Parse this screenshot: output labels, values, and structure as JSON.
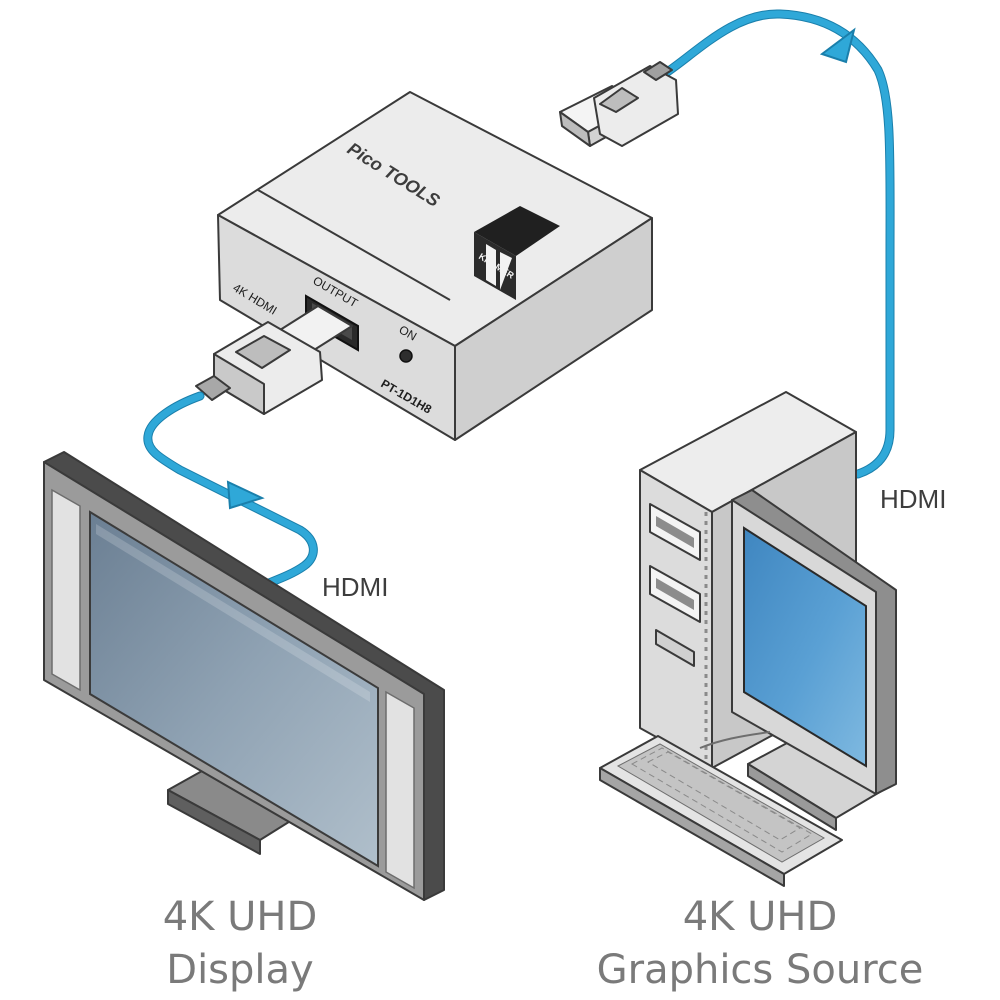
{
  "device": {
    "brand_text": "Pico TOOLS",
    "logo_text": "KRAMER",
    "output_label": "OUTPUT",
    "on_label": "ON",
    "side_label": "4K HDMI",
    "model_label": "PT-1D1H8"
  },
  "connections": {
    "display_cable_label": "HDMI",
    "source_cable_label": "HDMI"
  },
  "display": {
    "caption_line1": "4K UHD",
    "caption_line2": "Display"
  },
  "source": {
    "caption_line1": "4K UHD",
    "caption_line2": "Graphics Source"
  },
  "colors": {
    "cable": "#2fa8d8",
    "screen": "#4a90c6",
    "device_body": "#e3e3e3",
    "caption_text": "#7a7a7a"
  }
}
